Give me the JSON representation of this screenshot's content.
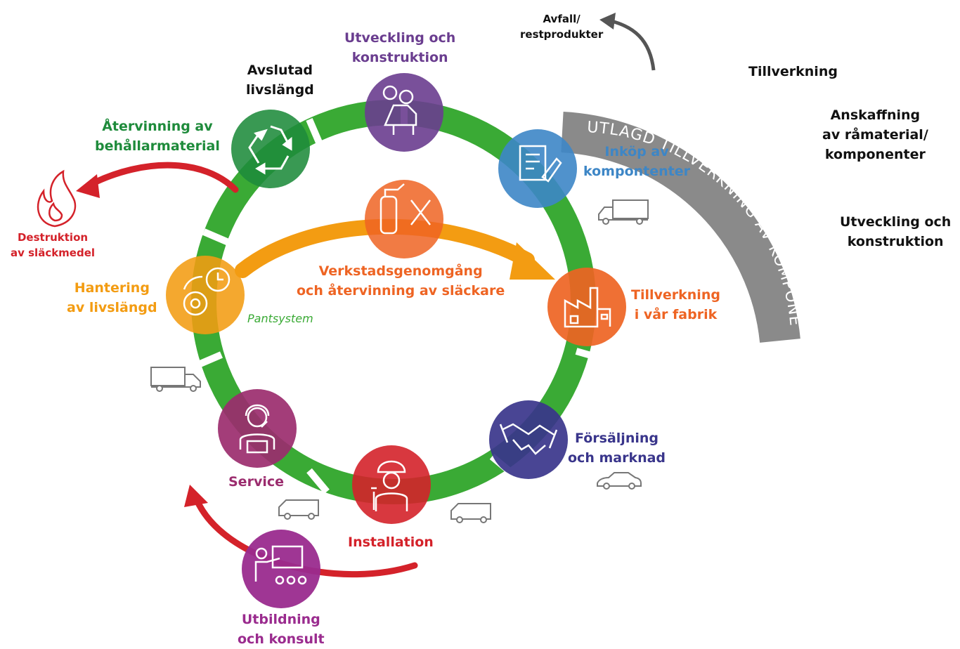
{
  "labels": {
    "utveckling": [
      "Utveckling och",
      "konstruktion"
    ],
    "avslutad": [
      "Avslutad",
      "livslängd"
    ],
    "atervinning_behallar": [
      "Återvinning av",
      "behållarmaterial"
    ],
    "destruktion": [
      "Destruktion",
      "av släckmedel"
    ],
    "hantering": [
      "Hantering",
      "av livslängd"
    ],
    "pantsystem": "Pantsystem",
    "verkstad": [
      "Verkstadsgenomgång",
      "och återvinning av släckare"
    ],
    "inkop": [
      "Inköp av",
      "kompontenter"
    ],
    "tillverkning_fabrik": [
      "Tillverkning",
      "i vår fabrik"
    ],
    "forsaljning": [
      "Försäljning",
      "och marknad"
    ],
    "installation": "Installation",
    "service": "Service",
    "utbildning": [
      "Utbildning",
      "och konsult"
    ],
    "avfall": [
      "Avfall/",
      "restprodukter"
    ],
    "arc_text": "UTLAGD TILLVERKNING AV KOMPONENTER",
    "right_tillverkning": "Tillverkning",
    "right_anskaffning": [
      "Anskaffning",
      "av råmaterial/",
      "komponenter"
    ],
    "right_utveckling": [
      "Utveckling och",
      "konstruktion"
    ]
  },
  "colors": {
    "green_arrows": "#3aaa35",
    "purple": "#6a3d8f",
    "dark_green": "#1e8b3b",
    "blue": "#3d86c6",
    "orange_red": "#ee6423",
    "navy": "#39358b",
    "red": "#d4222a",
    "magenta": "#9b2c6e",
    "orange": "#f39c12",
    "grey": "#8a8a8a",
    "violet": "#9a2b8e"
  },
  "icons": [
    "engineer-icon",
    "recycle-icon",
    "fire-extinguisher-tools-icon",
    "document-sign-icon",
    "factory-icon",
    "handshake-icon",
    "worker-helmet-icon",
    "headset-operator-icon",
    "teacher-icon",
    "clock-gear-icon",
    "flame-icon",
    "truck-icon",
    "van-icon",
    "car-icon"
  ]
}
